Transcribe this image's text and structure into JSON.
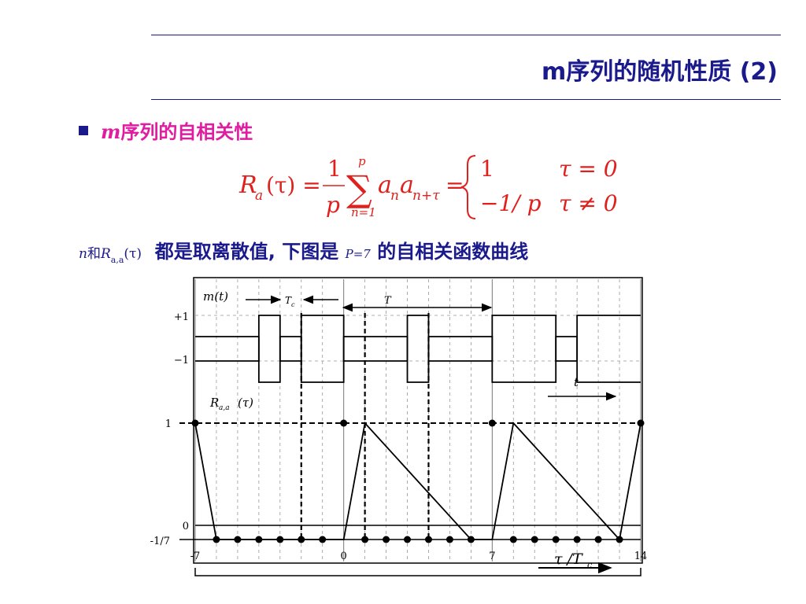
{
  "slide": {
    "title": "m序列的随机性质 (2)",
    "subtitle_var": "m",
    "subtitle_text": "序列的自相关性",
    "formula": {
      "lhs": "R",
      "lhs_sub": "a",
      "tau_paren": "(τ) =",
      "frac_num": "1",
      "frac_den": "p",
      "sum_sym": "∑",
      "sum_top": "p",
      "sum_bot": "n=1",
      "term_a1": "a",
      "term_sub1": "n",
      "term_a2": "a",
      "term_sub2": "n+τ",
      "equals": "=",
      "case1_val": "1",
      "case1_cond": "τ = 0",
      "case2_val": "−1/ p",
      "case2_cond": "τ ≠ 0"
    },
    "desc": {
      "n": "n",
      "and": "和",
      "r": "R",
      "r_sub": "a,a",
      "r_arg": "(τ)",
      "part1": "都是取离散值, 下图是",
      "p_eq": "P=7",
      "part2": "的自相关函数曲线"
    }
  },
  "figure": {
    "m_label": "m(t)",
    "tc_label": "T",
    "tc_sub": "c",
    "period_label": "T",
    "t_label": "t",
    "r_label": "R",
    "r_label_sub": "a,a",
    "r_label_arg": "(τ)",
    "level_plus": "+1",
    "level_minus": "−1",
    "corr_one": "1",
    "corr_zero": "0",
    "corr_neg": "-1/7",
    "tau_axis_label": "τ /T",
    "tau_axis_sub": "c",
    "colors": {
      "ink": "#000000",
      "grid": "#999999"
    }
  },
  "chart_data": [
    {
      "type": "line",
      "name": "m(t)",
      "x": [
        -7,
        -4,
        -4,
        -3,
        -3,
        -2,
        -2,
        0,
        0,
        3,
        3,
        4,
        4,
        7,
        7,
        10,
        10,
        11,
        11,
        14
      ],
      "y": [
        -1,
        -1,
        1,
        1,
        -1,
        -1,
        1,
        1,
        -1,
        -1,
        1,
        1,
        -1,
        -1,
        1,
        1,
        -1,
        -1,
        1,
        1
      ],
      "ylim": [
        -1,
        1
      ]
    },
    {
      "type": "line",
      "name": "R_{a,a}(τ)",
      "x": [
        -7,
        -6,
        0,
        1,
        6,
        7,
        8,
        13,
        14
      ],
      "y": [
        1,
        -0.142857,
        -0.142857,
        1,
        -0.142857,
        -0.142857,
        1,
        -0.142857,
        1
      ],
      "xlim": [
        -7,
        14
      ],
      "ylim": [
        -0.142857,
        1
      ],
      "xticks": [
        -7,
        0,
        7,
        14
      ],
      "yticks": [
        -0.142857,
        0,
        1
      ]
    }
  ]
}
